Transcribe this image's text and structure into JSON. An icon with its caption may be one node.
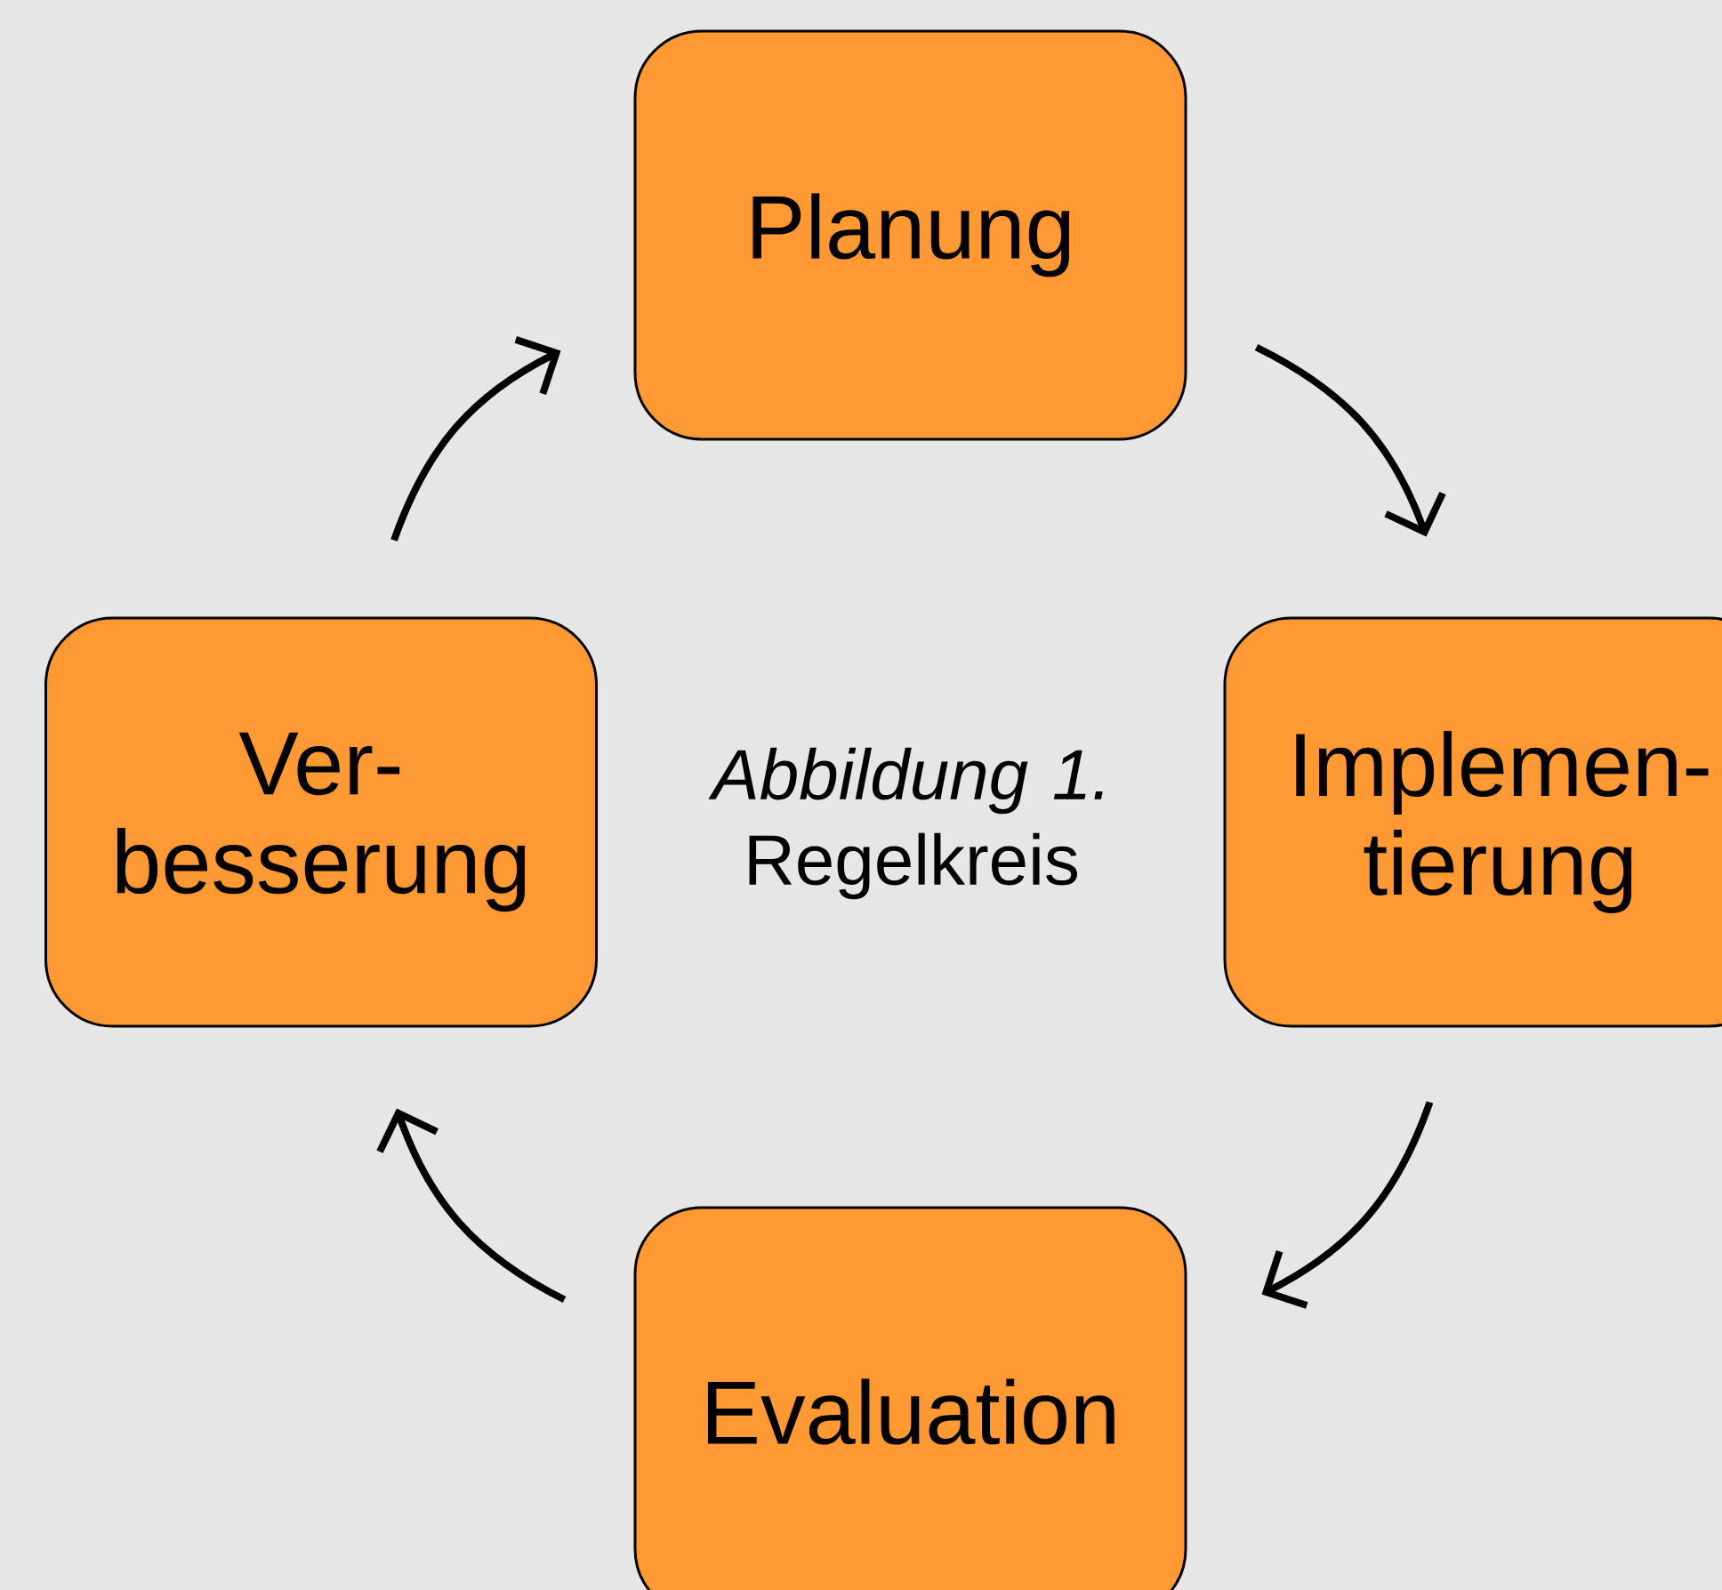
{
  "diagram": {
    "caption": "*Abbildung 1.* Regelkreis",
    "nodes": [
      {
        "text": [
          "Planung"
        ]
      },
      {
        "text": [
          "Implemen- tierung"
        ]
      },
      {
        "text": [
          "Evaluation"
        ]
      },
      {
        "text": [
          "Ver- besserung"
        ]
      }
    ],
    "edges": [
      {
        "from": 0,
        "to": 1,
        "arrow": "to"
      },
      {
        "from": 1,
        "to": 2,
        "arrow": "to"
      },
      {
        "from": 2,
        "to": 3,
        "arrow": "to"
      },
      {
        "from": 3,
        "to": 0,
        "arrow": "to"
      }
    ]
  }
}
